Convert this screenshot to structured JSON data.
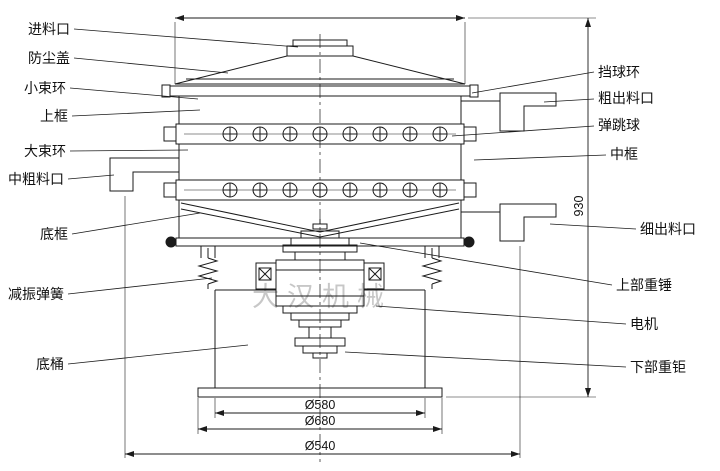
{
  "diagram": {
    "watermark": "大汉机械",
    "labels_left": [
      "进料口",
      "防尘盖",
      "小束环",
      "上框",
      "大束环",
      "中粗料口",
      "底框",
      "减振弹簧",
      "底桶"
    ],
    "labels_right": [
      "挡球环",
      "粗出料口",
      "弹跳球",
      "中框",
      "细出料口",
      "上部重锤",
      "电机",
      "下部重钜"
    ],
    "dimensions": {
      "dia_580": "Ø580",
      "dia_680": "Ø680",
      "dia_540": "Ø540",
      "height": "930"
    },
    "colors": {
      "ink": "#1b1b1b",
      "watermark": "#9a9a9a",
      "background": "#ffffff"
    }
  }
}
